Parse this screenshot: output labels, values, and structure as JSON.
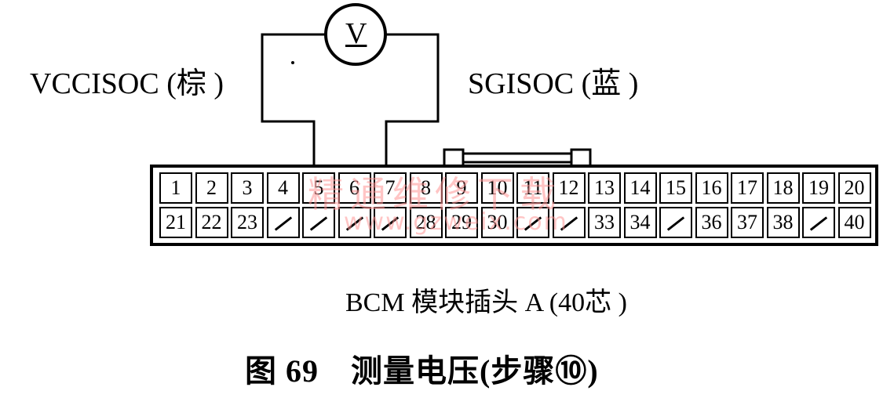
{
  "meter": {
    "symbol": "V"
  },
  "labels": {
    "left_wire": "VCCISOC (棕 )",
    "right_wire": "SGISOC (蓝 )"
  },
  "connector": {
    "caption": "BCM 模块插头 A (40芯 )",
    "row1": [
      "1",
      "2",
      "3",
      "4",
      "5",
      "6",
      "7",
      "8",
      "9",
      "10",
      "11",
      "12",
      "13",
      "14",
      "15",
      "16",
      "17",
      "18",
      "19",
      "20"
    ],
    "row2": [
      "21",
      "22",
      "23",
      "",
      "",
      "",
      "",
      "28",
      "29",
      "30",
      "",
      "",
      "33",
      "34",
      "",
      "36",
      "37",
      "38",
      "",
      "40"
    ]
  },
  "figure": {
    "caption": "图 69　测量电压(步骤⑩)"
  },
  "watermark": {
    "text": "精通维修下载",
    "url": "www.gzweix.com"
  }
}
